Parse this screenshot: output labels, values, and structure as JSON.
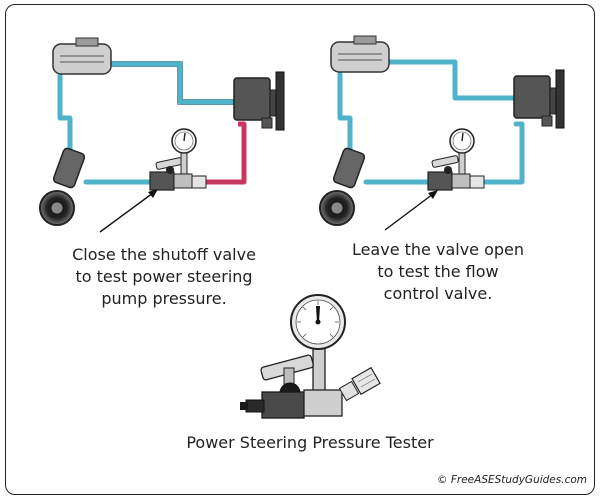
{
  "captions": {
    "left": [
      "Close the shutoff valve",
      "to test power steering",
      "pump pressure."
    ],
    "right": [
      "Leave the valve open",
      "to test the flow",
      "control valve."
    ],
    "tester": "Power Steering Pressure Tester"
  },
  "credit": "© FreeASEStudyGuides.com",
  "colors": {
    "hose_blue": "#4fb3c9",
    "hose_red": "#c8385e",
    "metal_dark": "#3c3c3c",
    "metal_light": "#d8d8d8"
  },
  "icons": {
    "reservoir": "fluid-reservoir-icon",
    "gear": "steering-gear-icon",
    "pump": "power-steering-pump-icon",
    "gauge": "pressure-gauge-icon",
    "valve": "shutoff-valve-icon"
  }
}
